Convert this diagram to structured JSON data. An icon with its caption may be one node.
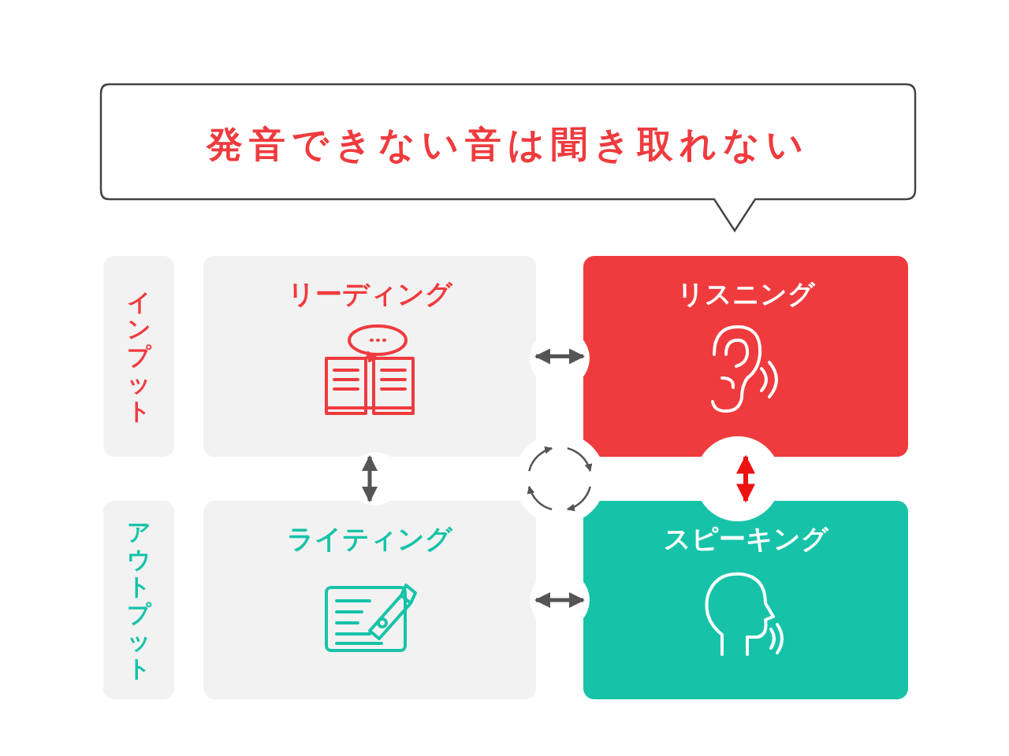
{
  "diagram": {
    "nodes": [
      {
        "text": [
          "発音できない音は聞き取れない"
        ]
      },
      {
        "text": [
          "インプット"
        ]
      },
      {
        "text": [
          "アウトプット"
        ]
      },
      {
        "text": [
          "リーディング"
        ]
      },
      {
        "text": [
          "リスニング"
        ]
      },
      {
        "text": [
          "ライティング"
        ]
      },
      {
        "text": [
          "スピーキング"
        ]
      }
    ],
    "edges": [
      {
        "from": 3,
        "to": 4,
        "arrow": "both"
      },
      {
        "from": 3,
        "to": 5,
        "arrow": "both"
      },
      {
        "from": 4,
        "to": 6,
        "arrow": "both",
        "color": "#ee1111"
      },
      {
        "from": 5,
        "to": 6,
        "arrow": "both"
      }
    ]
  }
}
